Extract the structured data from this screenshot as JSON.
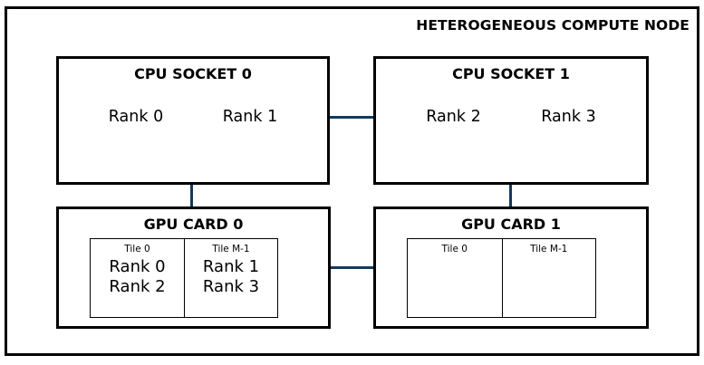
{
  "node": {
    "title": "HETEROGENEOUS COMPUTE NODE"
  },
  "blocks": {
    "cpu_socket_0": {
      "title": "CPU SOCKET 0",
      "ranks": [
        "Rank 0",
        "Rank 1"
      ]
    },
    "cpu_socket_1": {
      "title": "CPU SOCKET 1",
      "ranks": [
        "Rank 2",
        "Rank 3"
      ]
    },
    "gpu_card_0": {
      "title": "GPU CARD 0",
      "tiles": [
        {
          "label": "Tile 0",
          "ranks": [
            "Rank 0",
            "Rank 2"
          ]
        },
        {
          "label": "Tile M-1",
          "ranks": [
            "Rank 1",
            "Rank 3"
          ]
        }
      ]
    },
    "gpu_card_1": {
      "title": "GPU CARD 1",
      "tiles": [
        {
          "label": "Tile 0",
          "ranks": []
        },
        {
          "label": "Tile M-1",
          "ranks": []
        }
      ]
    }
  },
  "connectors": [
    {
      "name": "cpu0-to-cpu1",
      "orientation": "horizontal"
    },
    {
      "name": "cpu0-to-gpu0",
      "orientation": "vertical"
    },
    {
      "name": "cpu1-to-gpu1",
      "orientation": "vertical"
    },
    {
      "name": "gpu0-to-gpu1",
      "orientation": "horizontal"
    }
  ],
  "colors": {
    "border": "#000000",
    "connector": "#14395e",
    "background": "#ffffff",
    "text": "#000000"
  }
}
